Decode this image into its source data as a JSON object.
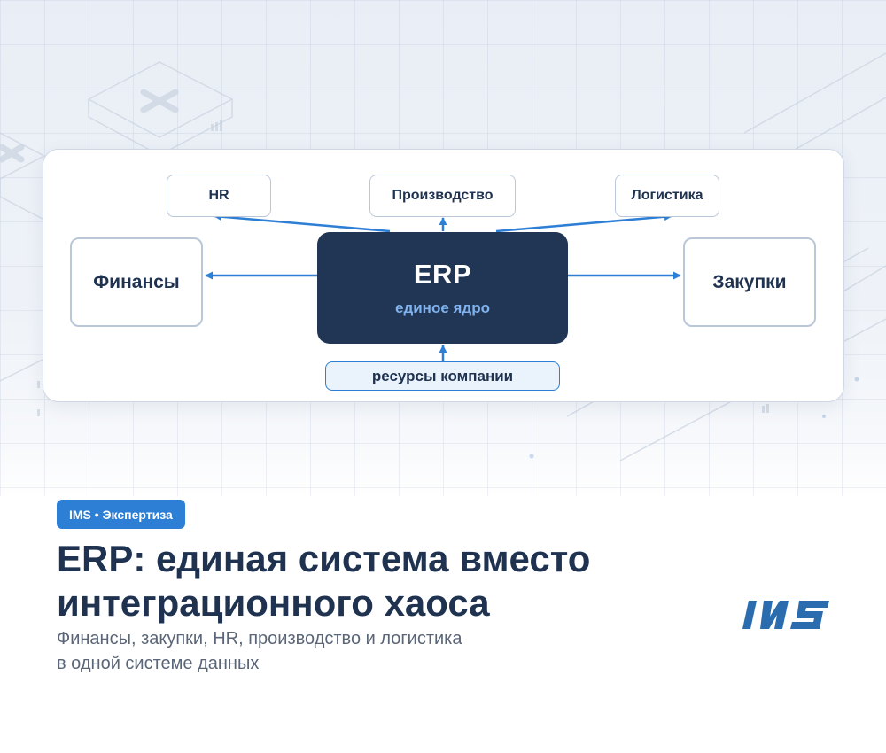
{
  "diagram": {
    "core": {
      "title": "ERP",
      "subtitle": "единое ядро"
    },
    "nodes": {
      "hr": "HR",
      "production": "Производство",
      "logistics": "Логистика",
      "finance": "Финансы",
      "procurement": "Закупки",
      "resources": "ресурсы компании"
    }
  },
  "footer": {
    "tag": "IMS • Экспертиза",
    "title_line1": "ERP: единая система вместо",
    "title_line2": "интеграционного хаоса",
    "subtitle_line1": "Финансы, закупки, HR, производство и логистика",
    "subtitle_line2": "в одной системе данных",
    "logo_text": "IMS"
  },
  "colors": {
    "accent": "#2d7fd6",
    "core_bg": "#213654",
    "core_subtitle": "#7fb2ee",
    "title_text": "#1f3250",
    "body_text": "#5a6678"
  }
}
